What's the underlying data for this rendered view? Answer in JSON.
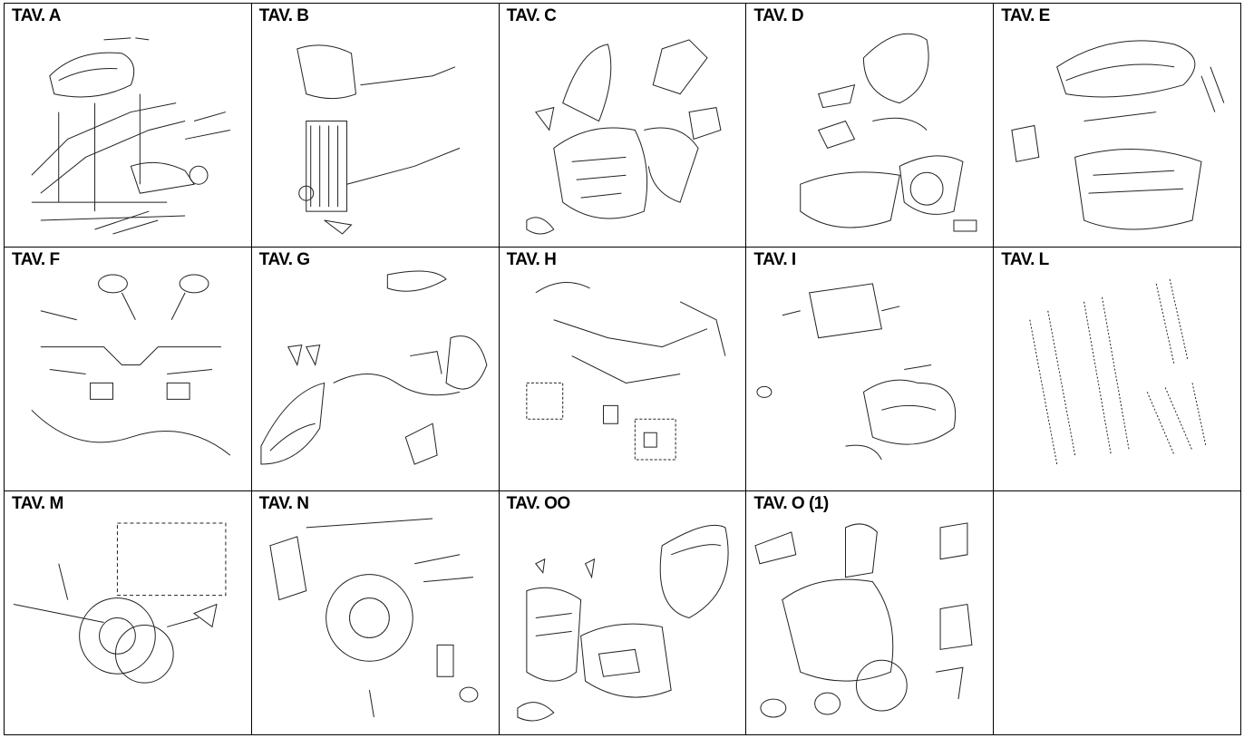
{
  "tables": [
    {
      "title": "TAV. A",
      "drawing": "frame-exploded-drawing"
    },
    {
      "title": "TAV. B",
      "drawing": "cooling-system-drawing"
    },
    {
      "title": "TAV. C",
      "drawing": "front-fairing-drawing"
    },
    {
      "title": "TAV. D",
      "drawing": "side-panels-drawing"
    },
    {
      "title": "TAV. E",
      "drawing": "seat-and-helmet-box-drawing"
    },
    {
      "title": "TAV. F",
      "drawing": "handlebar-and-mirrors-drawing"
    },
    {
      "title": "TAV. G",
      "drawing": "lights-drawing"
    },
    {
      "title": "TAV. H",
      "drawing": "electrical-system-drawing"
    },
    {
      "title": "TAV. I",
      "drawing": "exhaust-and-intake-drawing"
    },
    {
      "title": "TAV. L",
      "drawing": "front-fork-drawing"
    },
    {
      "title": "TAV. M",
      "drawing": "front-wheel-and-brake-drawing"
    },
    {
      "title": "TAV. N",
      "drawing": "rear-wheel-and-brake-drawing"
    },
    {
      "title": "TAV. OO",
      "drawing": "body-panels-set-drawing"
    },
    {
      "title": "TAV. O (1)",
      "drawing": "accessories-drawing"
    }
  ]
}
